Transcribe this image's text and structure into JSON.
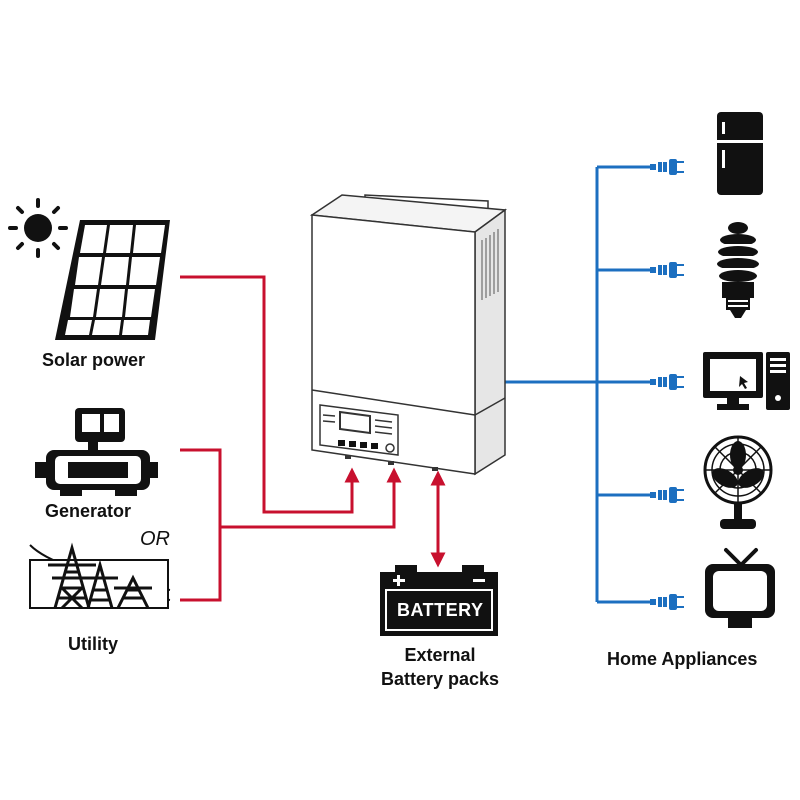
{
  "colors": {
    "ac_input": "#c8102e",
    "ac_output": "#1c6fc0",
    "icon": "#111111"
  },
  "sources": {
    "solar_label": "Solar power",
    "generator_label": "Generator",
    "or_label": "OR",
    "utility_label": "Utility"
  },
  "battery": {
    "box_text": "BATTERY",
    "label_line1": "External",
    "label_line2": "Battery packs"
  },
  "appliances": {
    "label": "Home Appliances",
    "items": [
      "refrigerator-icon",
      "cfl-bulb-icon",
      "desktop-computer-icon",
      "electric-fan-icon",
      "television-icon"
    ]
  }
}
